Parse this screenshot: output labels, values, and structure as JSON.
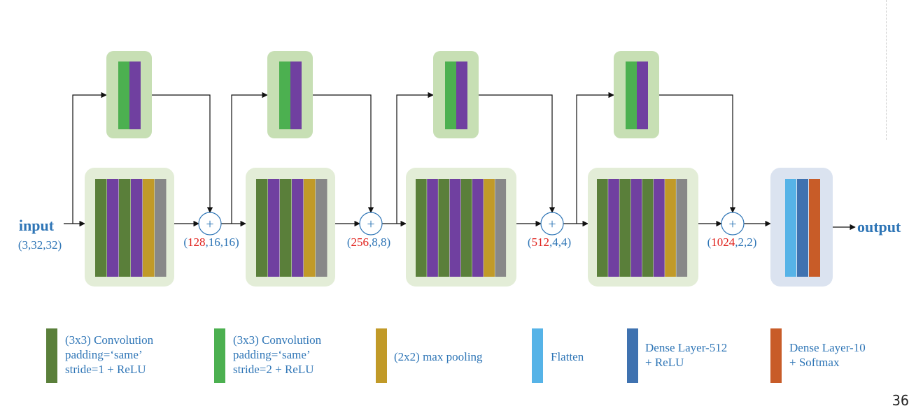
{
  "input": {
    "label": "input",
    "shape": "(3,32,32)"
  },
  "output": {
    "label": "output"
  },
  "stage_outputs": [
    {
      "channels": "128",
      "rest": ",16,16)"
    },
    {
      "channels": "256",
      "rest": ",8,8)"
    },
    {
      "channels": "512",
      "rest": ",4,4)"
    },
    {
      "channels": "1024",
      "rest": ",2,2)"
    }
  ],
  "plus_symbol": "+",
  "colors": {
    "conv_stride1": "#5a7f3a",
    "conv_stride2": "#4cb050",
    "max_pool": "#c19a28",
    "flatten": "#56b3e7",
    "dense512": "#3f72b0",
    "dense10": "#c85c28",
    "skip_layer": "#7040a0",
    "block_bg": "#e3edd7",
    "skip_bg": "#c7dfb4",
    "head_bg": "#dbe3f0",
    "gray_layer": "#888888",
    "arrow": "#111111",
    "label_blue": "#2e75b6",
    "label_red": "#e0201b"
  },
  "legend": [
    {
      "color_key": "conv_stride1",
      "lines": [
        "(3x3) Convolution",
        "padding=‘same’",
        "stride=1 + ReLU"
      ]
    },
    {
      "color_key": "conv_stride2",
      "lines": [
        "(3x3) Convolution",
        "padding=‘same’",
        "stride=2 + ReLU"
      ]
    },
    {
      "color_key": "max_pool",
      "lines": [
        "(2x2) max pooling"
      ]
    },
    {
      "color_key": "flatten",
      "lines": [
        "Flatten"
      ]
    },
    {
      "color_key": "dense512",
      "lines": [
        "Dense Layer-512",
        "+ ReLU"
      ]
    },
    {
      "color_key": "dense10",
      "lines": [
        "Dense Layer-10",
        "+ Softmax"
      ]
    }
  ],
  "page_number": "36"
}
